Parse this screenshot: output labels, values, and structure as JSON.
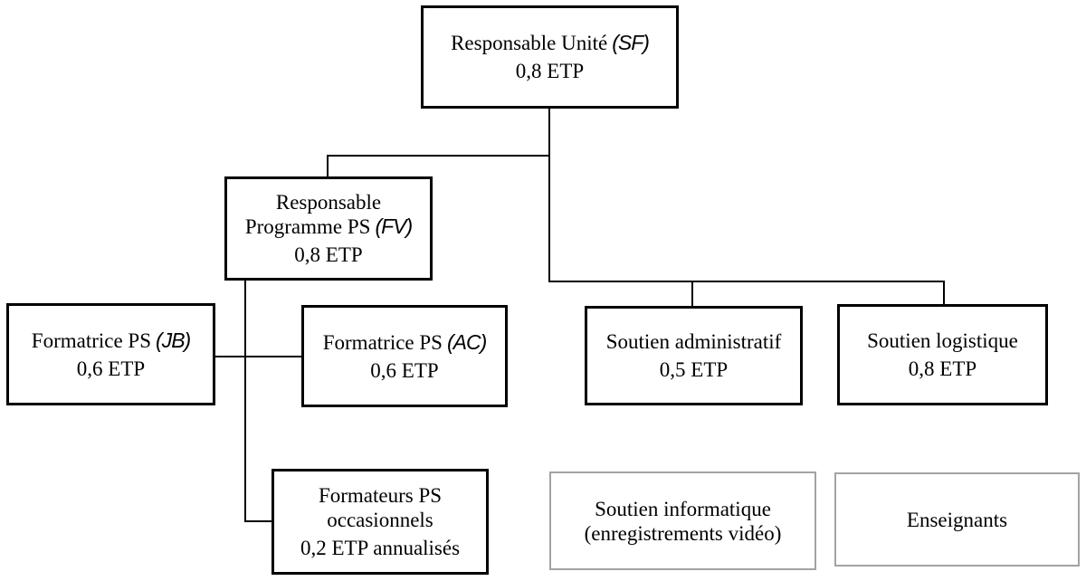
{
  "page": {
    "background_color": "#ffffff",
    "text_color": "#000000",
    "line_color": "#000000",
    "primary_border_color": "#000000",
    "secondary_border_color": "#a3a3a3"
  },
  "org_chart": {
    "type": "organigram",
    "boxes": {
      "responsable_unite": {
        "line1": "Responsable Unité",
        "initials": "(SF)",
        "etp": "0,8 ETP"
      },
      "responsable_programme": {
        "line1": "Responsable",
        "line2": "Programme PS",
        "initials": "(FV)",
        "etp": "0,8 ETP"
      },
      "formatrice_jb": {
        "line1": "Formatrice PS",
        "initials": "(JB)",
        "etp": "0,6 ETP"
      },
      "formatrice_ac": {
        "line1": "Formatrice PS",
        "initials": "(AC)",
        "etp": "0,6 ETP"
      },
      "soutien_administratif": {
        "line1": "Soutien administratif",
        "etp": "0,5 ETP"
      },
      "soutien_logistique": {
        "line1": "Soutien logistique",
        "etp": "0,8 ETP"
      },
      "formateurs_occasionnels": {
        "line1": "Formateurs PS",
        "line2": "occasionnels",
        "etp": "0,2 ETP annualisés"
      },
      "soutien_informatique": {
        "line1": "Soutien informatique",
        "line2": "(enregistrements vidéo)"
      },
      "enseignants": {
        "line1": "Enseignants"
      }
    },
    "hierarchy": [
      {
        "parent": "responsable_unite",
        "children": [
          "responsable_programme",
          "soutien_administratif",
          "soutien_logistique"
        ]
      },
      {
        "parent": "responsable_programme",
        "children": [
          "formatrice_jb",
          "formatrice_ac",
          "formateurs_occasionnels"
        ]
      }
    ]
  }
}
